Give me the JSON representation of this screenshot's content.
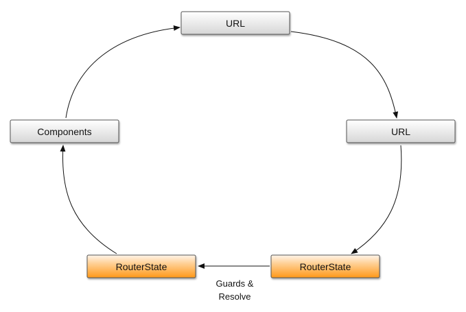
{
  "nodes": {
    "url_top": {
      "label": "URL"
    },
    "url_right": {
      "label": "URL"
    },
    "components": {
      "label": "Components"
    },
    "routerstate_left": {
      "label": "RouterState"
    },
    "routerstate_right": {
      "label": "RouterState"
    }
  },
  "edge_label": {
    "line1": "Guards &",
    "line2": "Resolve"
  },
  "colors": {
    "gray_box_top": "#ffffff",
    "gray_box_bottom": "#d9d9d9",
    "orange_box_top": "#fff3e6",
    "orange_box_bottom": "#ff9a1f",
    "stroke": "#111111"
  }
}
